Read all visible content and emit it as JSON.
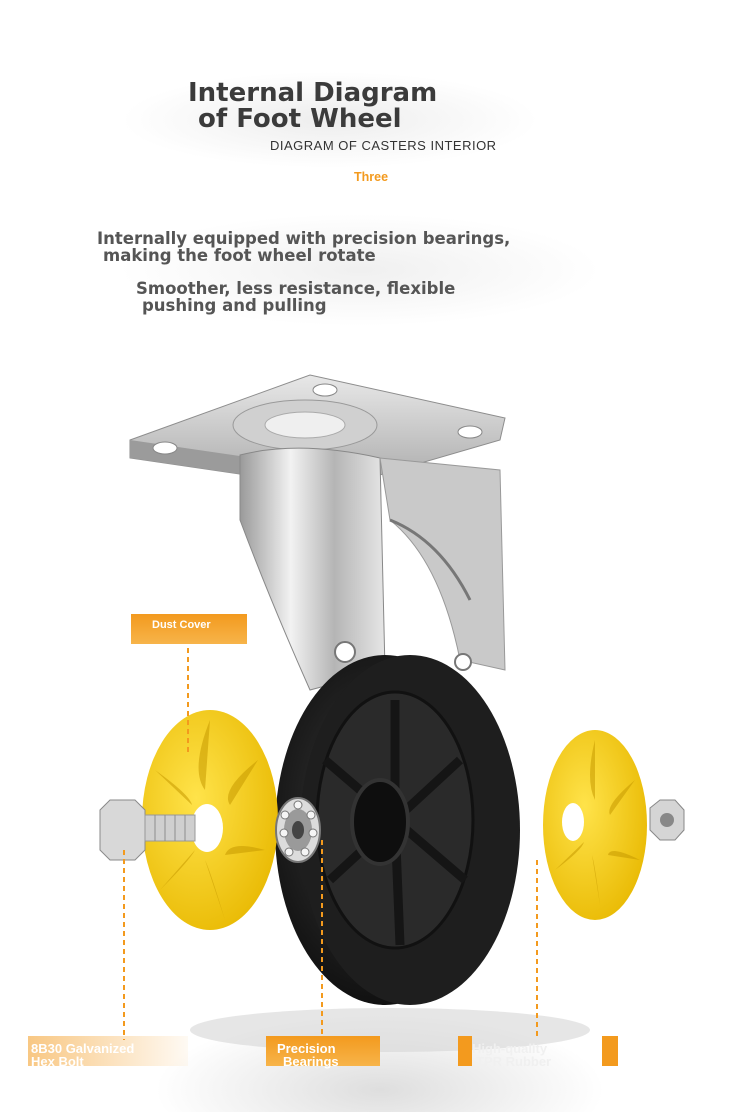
{
  "heading": {
    "title_line1": "Internal Diagram",
    "title_line2": "of Foot Wheel",
    "subtitle": "DIAGRAM OF CASTERS INTERIOR",
    "number": "Three"
  },
  "features": [
    {
      "line1": "Internally equipped with precision bearings,",
      "line2": "making the foot wheel rotate"
    },
    {
      "line1": "Smoother, less resistance, flexible",
      "line2": "pushing and pulling"
    }
  ],
  "callouts": {
    "dust_cover": "Dust Cover",
    "bolt_line1": "8B30 Galvanized",
    "bolt_line2": "Hex Bolt",
    "bearings_line1": "Precision",
    "bearings_line2": "Bearings",
    "rubber_line1": "High-quality",
    "rubber_line2": "TPR Rubber"
  },
  "colors": {
    "accent": "#f39a1e",
    "dust_cover": "#f6d20f",
    "wheel": "#1c1c1c",
    "bracket": "#c8c8c8"
  }
}
